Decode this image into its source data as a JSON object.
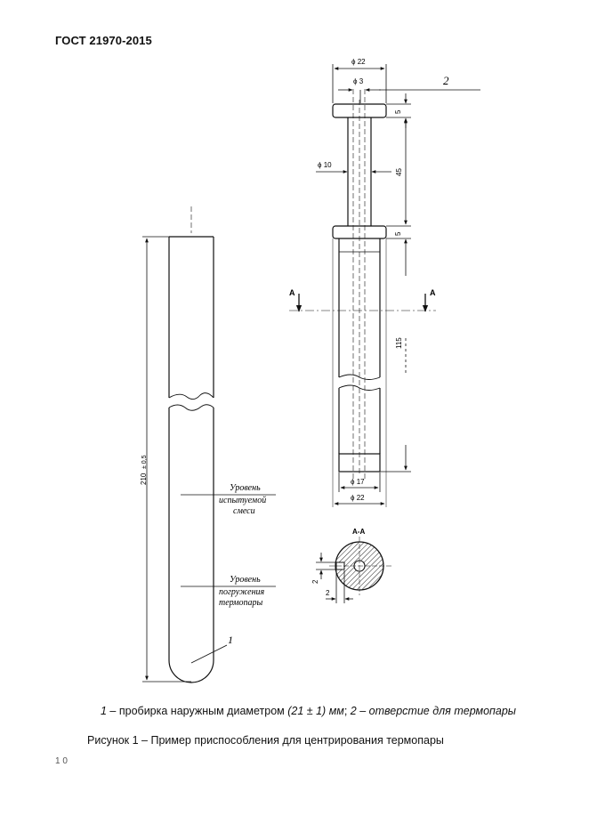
{
  "document": {
    "standard": "ГОСТ 21970-2015",
    "page_mark": "1 0"
  },
  "dimensions": {
    "top_diameter": "ϕ 22",
    "hole_diameter": "ϕ 3",
    "rod_diameter": "ϕ 10",
    "lower_diameter": "ϕ 17",
    "bottom_diameter": "ϕ 22",
    "cap_height": "5",
    "rod_length": "45",
    "flange_height": "5",
    "body_length": "115",
    "tube_length_value": "210",
    "tube_length_tol": "± 0,5",
    "section_offset_v": "2",
    "section_offset_h": "2"
  },
  "labels": {
    "item2": "2",
    "item1": "1",
    "section_mark": "A",
    "section_title": "A-A",
    "level1_line1": "Уровень",
    "level1_line2": "испытуемой",
    "level1_line3": "смеси",
    "level2_line1": "Уровень",
    "level2_line2": "погружения",
    "level2_line3": "термопары"
  },
  "legend": {
    "p1_num": "1 –",
    "p1_text": " пробирка наружным диаметром ",
    "p1_value": "(21 ± 1) мм",
    "sep": "; ",
    "p2_num": "2 –",
    "p2_text": " отверстие для термопары"
  },
  "caption": "Рисунок 1 – Пример приспособления для центрирования термопары"
}
